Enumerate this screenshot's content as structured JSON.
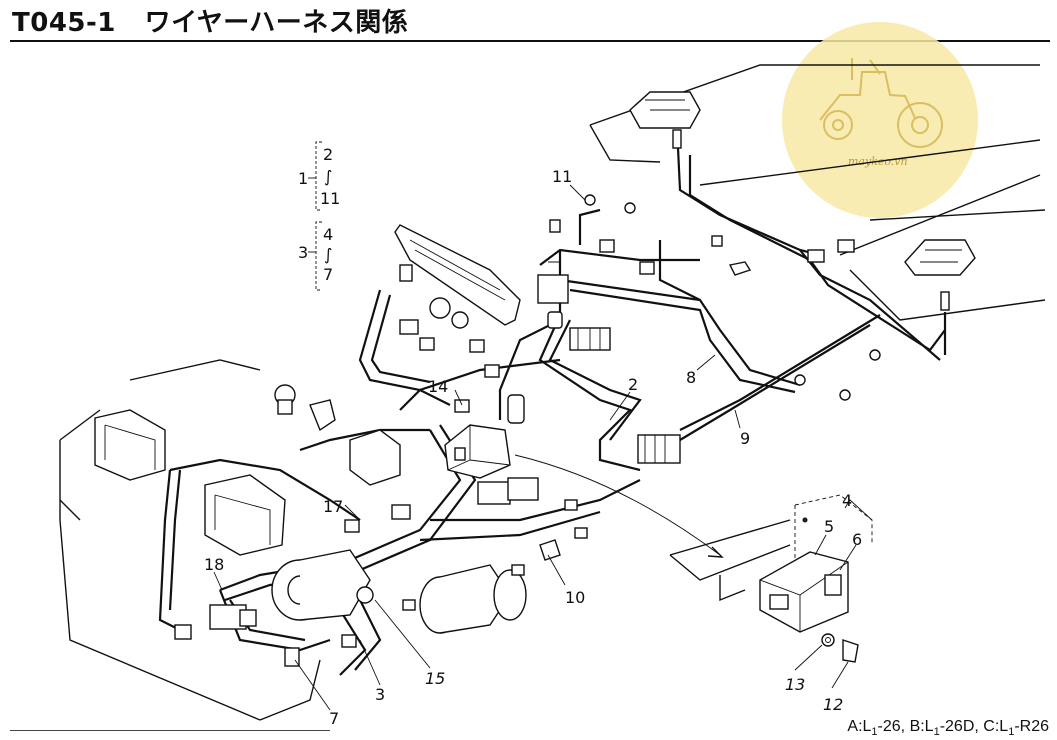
{
  "header": {
    "code": "T045-1",
    "title": "ワイヤーハーネス関係"
  },
  "watermark": {
    "text": "maykeo.vn",
    "color": "#f7e9a6"
  },
  "groups": [
    {
      "label": "1",
      "range_top": "2",
      "range_tilde": "∫",
      "range_bottom": "11"
    },
    {
      "label": "3",
      "range_top": "4",
      "range_tilde": "∫",
      "range_bottom": "7"
    }
  ],
  "callouts": [
    "2",
    "3",
    "4",
    "5",
    "6",
    "7",
    "8",
    "9",
    "10",
    "11",
    "12",
    "13",
    "14",
    "15",
    "17",
    "18"
  ],
  "footer": {
    "variants_a": "A:L",
    "variants_a_sub": "1",
    "variants_a_val": "-26,",
    "variants_b": "B:L",
    "variants_b_sub": "1",
    "variants_b_val": "-26D,",
    "variants_c": "C:L",
    "variants_c_sub": "1",
    "variants_c_val": "-R26"
  }
}
